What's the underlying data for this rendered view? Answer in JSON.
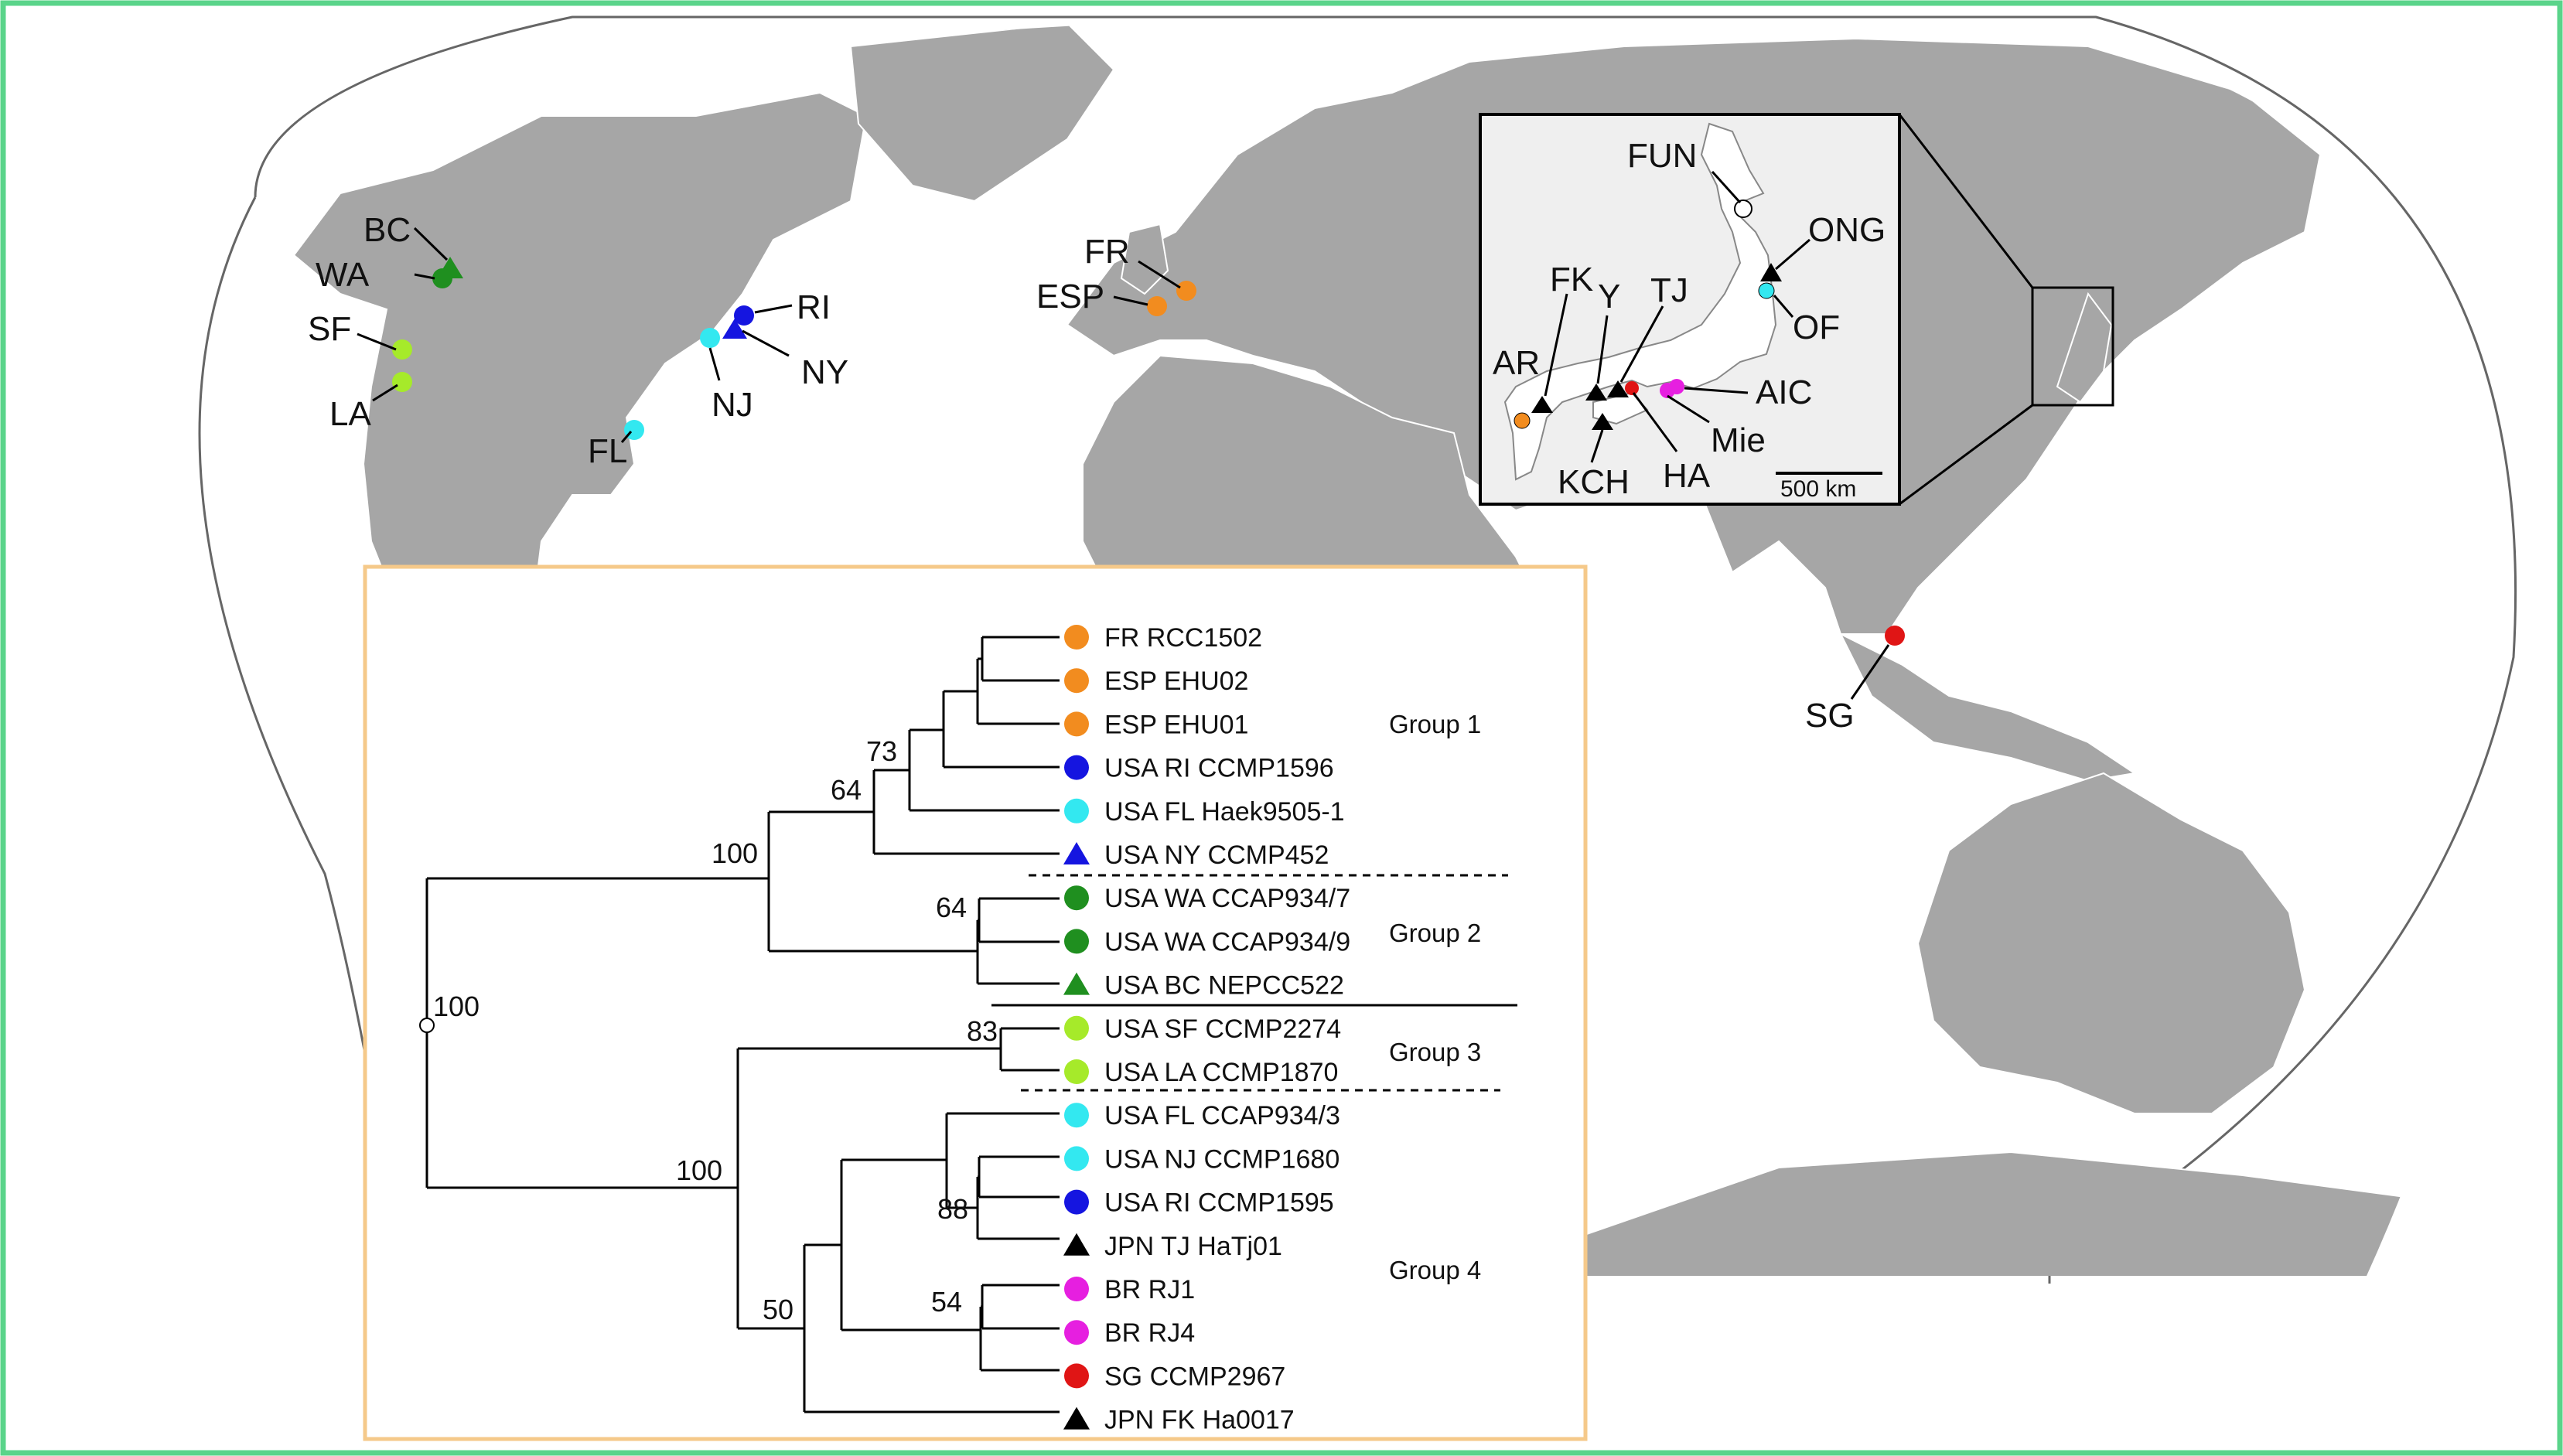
{
  "colors": {
    "frame": "#5ad48a",
    "tree_frame": "#f5c98a",
    "land": "#a6a6a6",
    "FR_ESP": "#f28c1f",
    "RI": "#1515e0",
    "NY": "#1515e0",
    "FL_NJ": "#33e8f0",
    "WA_BC": "#1f8f1f",
    "SF_LA": "#a6ea2a",
    "BR": "#e61fe0",
    "SG": "#e01515",
    "JPN": "#000000",
    "FUN": "#ffffff"
  },
  "map_sites": {
    "BC": "BC",
    "WA": "WA",
    "SF": "SF",
    "LA": "LA",
    "RI": "RI",
    "NY": "NY",
    "NJ": "NJ",
    "FL": "FL",
    "FR": "FR",
    "ESP": "ESP",
    "SG": "SG"
  },
  "inset": {
    "sites": {
      "FUN": "FUN",
      "ONG": "ONG",
      "OF": "OF",
      "FK": "FK",
      "Y": "Y",
      "TJ": "TJ",
      "AR": "AR",
      "AIC": "AIC",
      "Mie": "Mie",
      "KCH": "KCH",
      "HA": "HA"
    },
    "scale": "500 km"
  },
  "tree": {
    "leaves": [
      {
        "label": "FR RCC1502",
        "symbol": "circle",
        "color": "#f28c1f"
      },
      {
        "label": "ESP EHU02",
        "symbol": "circle",
        "color": "#f28c1f"
      },
      {
        "label": "ESP EHU01",
        "symbol": "circle",
        "color": "#f28c1f"
      },
      {
        "label": "USA RI CCMP1596",
        "symbol": "circle",
        "color": "#1515e0"
      },
      {
        "label": "USA FL Haek9505-1",
        "symbol": "circle",
        "color": "#33e8f0"
      },
      {
        "label": "USA NY CCMP452",
        "symbol": "triangle",
        "color": "#1515e0"
      },
      {
        "label": "USA WA CCAP934/7",
        "symbol": "circle",
        "color": "#1f8f1f"
      },
      {
        "label": "USA WA CCAP934/9",
        "symbol": "circle",
        "color": "#1f8f1f"
      },
      {
        "label": "USA BC NEPCC522",
        "symbol": "triangle",
        "color": "#1f8f1f"
      },
      {
        "label": "USA SF CCMP2274",
        "symbol": "circle",
        "color": "#a6ea2a"
      },
      {
        "label": "USA LA CCMP1870",
        "symbol": "circle",
        "color": "#a6ea2a"
      },
      {
        "label": "USA FL CCAP934/3",
        "symbol": "circle",
        "color": "#33e8f0"
      },
      {
        "label": "USA NJ CCMP1680",
        "symbol": "circle",
        "color": "#33e8f0"
      },
      {
        "label": "USA RI CCMP1595",
        "symbol": "circle",
        "color": "#1515e0"
      },
      {
        "label": "JPN TJ HaTj01",
        "symbol": "triangle",
        "color": "#000000"
      },
      {
        "label": "BR RJ1",
        "symbol": "circle",
        "color": "#e61fe0"
      },
      {
        "label": "BR RJ4",
        "symbol": "circle",
        "color": "#e61fe0"
      },
      {
        "label": "SG CCMP2967",
        "symbol": "circle",
        "color": "#e01515"
      },
      {
        "label": "JPN FK Ha0017",
        "symbol": "triangle",
        "color": "#000000"
      }
    ],
    "bootstrap": {
      "root": "100",
      "g1": "100",
      "g1a": "64",
      "g1b": "73",
      "g2": "64",
      "g3": "83",
      "g4": "100",
      "g4a": "50",
      "g4b": "88",
      "g4c": "54"
    },
    "groups": [
      "Group 1",
      "Group 2",
      "Group 3",
      "Group 4"
    ]
  }
}
